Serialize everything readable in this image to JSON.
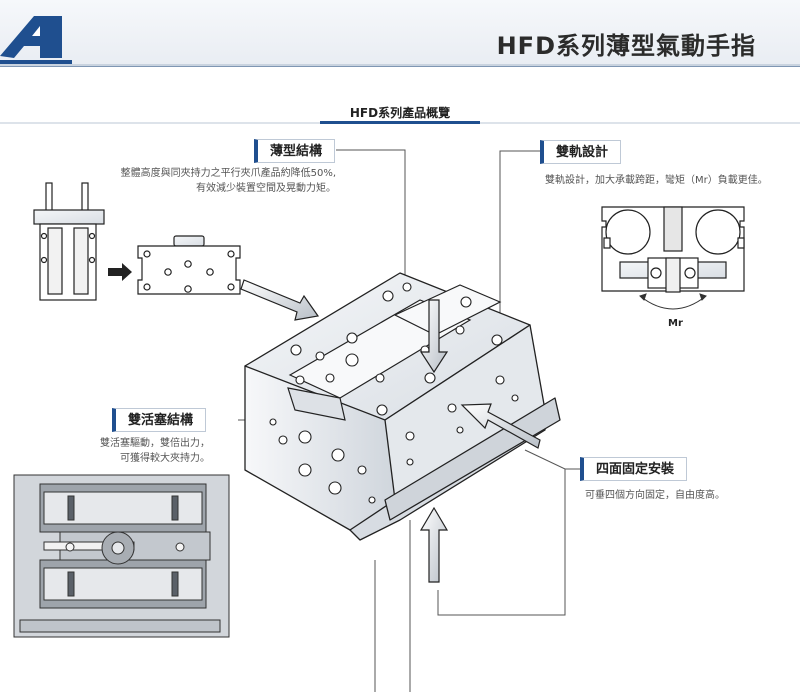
{
  "header": {
    "title": "HFD系列薄型氣動手指"
  },
  "section": {
    "title": "HFD系列產品概覽"
  },
  "features": {
    "thin": {
      "label": "薄型結構",
      "desc": [
        "整體高度與同夾持力之平行夾爪產品約降低50%,",
        "有效減少裝置空間及晃動力矩。"
      ]
    },
    "rail": {
      "label": "雙軌設計",
      "desc": [
        "雙軌設計，加大承載跨距，彎矩（Mr）負載更佳。"
      ],
      "mr_label": "Mr"
    },
    "piston": {
      "label": "雙活塞結構",
      "desc": [
        "雙活塞驅動，雙倍出力，",
        "可獲得較大夾持力。"
      ]
    },
    "mount": {
      "label": "四面固定安裝",
      "desc": [
        "可垂四個方向固定，自由度高。"
      ]
    }
  },
  "colors": {
    "accent": "#1f4f8f",
    "logo": "#1f4f8f",
    "metal": "#eef1f4",
    "outline": "#222222"
  }
}
